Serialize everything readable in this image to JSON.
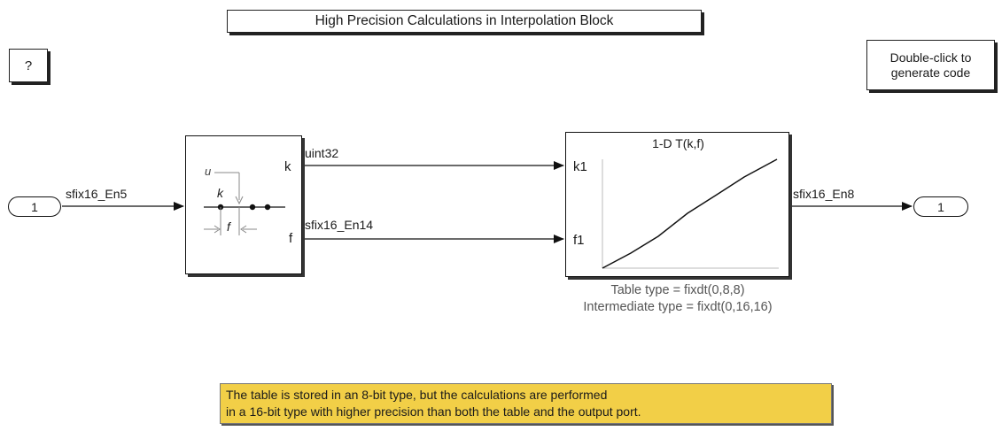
{
  "title": "High Precision Calculations in Interpolation Block",
  "help_label": "?",
  "codegen": {
    "line1": "Double-click to",
    "line2": "generate code"
  },
  "inport": {
    "number": "1"
  },
  "outport": {
    "number": "1"
  },
  "signals": {
    "in": "sfix16_En5",
    "k": "uint32",
    "f": "sfix16_En14",
    "out": "sfix16_En8"
  },
  "prelookup": {
    "port_k": "k",
    "port_f": "f",
    "icon_u": "u",
    "icon_k": "k",
    "icon_f": "f"
  },
  "interp": {
    "title": "1-D T(k,f)",
    "port_k1": "k1",
    "port_f1": "f1"
  },
  "interp_caption": {
    "line1": "Table type = fixdt(0,8,8)",
    "line2": "Intermediate type = fixdt(0,16,16)"
  },
  "note": {
    "line1": "The table is stored in an 8-bit type, but the calculations are performed",
    "line2": "in a 16-bit type with higher precision than both the table and the output port."
  }
}
